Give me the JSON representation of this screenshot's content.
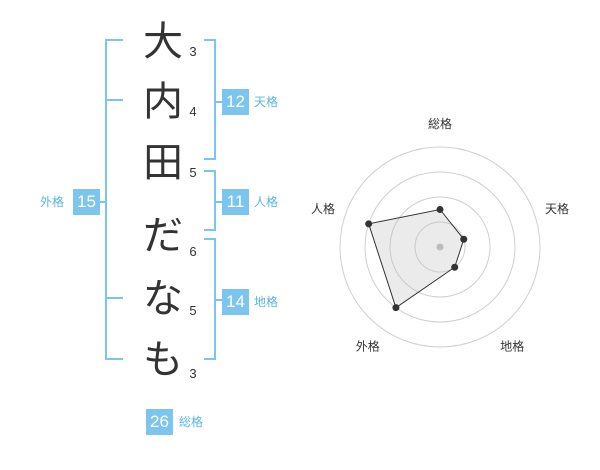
{
  "name_chars": [
    {
      "char": "大",
      "strokes": "3"
    },
    {
      "char": "内",
      "strokes": "4"
    },
    {
      "char": "田",
      "strokes": "5"
    },
    {
      "char": "だ",
      "strokes": "6"
    },
    {
      "char": "な",
      "strokes": "5"
    },
    {
      "char": "も",
      "strokes": "3"
    }
  ],
  "kaku": {
    "tenkaku": {
      "value": "12",
      "label": "天格"
    },
    "jinkaku": {
      "value": "11",
      "label": "人格"
    },
    "chikaku": {
      "value": "14",
      "label": "地格"
    },
    "gaikaku": {
      "value": "15",
      "label": "外格"
    },
    "soukaku": {
      "value": "26",
      "label": "総格"
    }
  },
  "colors": {
    "accent": "#7cc5ef",
    "text": "#333333",
    "label": "#5ab4e8"
  },
  "chart_data": {
    "type": "radar",
    "axes": [
      "総格",
      "天格",
      "地格",
      "外格",
      "人格"
    ],
    "values": [
      1.5,
      1,
      1,
      3,
      3
    ],
    "max": 4,
    "rings": 4
  }
}
